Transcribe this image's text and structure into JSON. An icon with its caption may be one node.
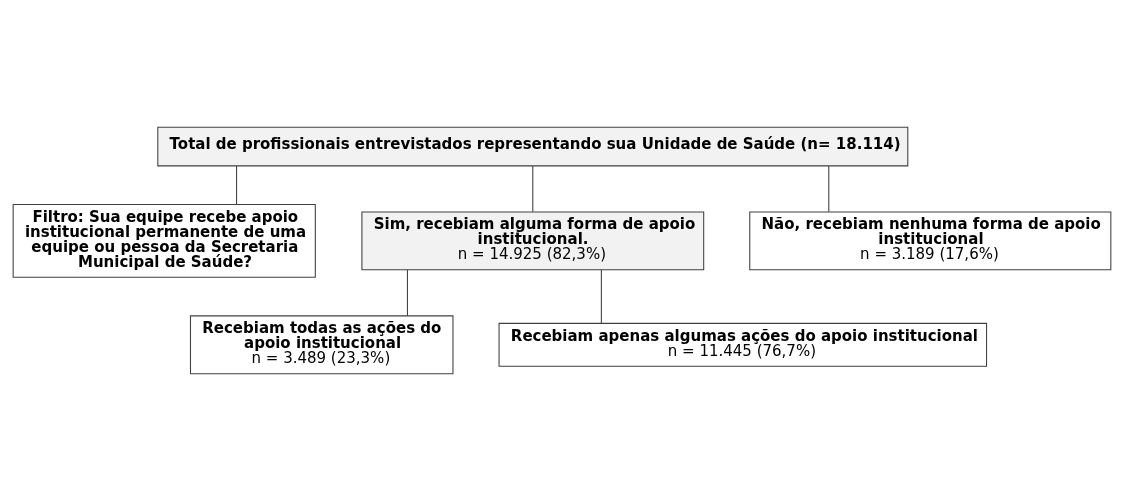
{
  "diagram": {
    "nodes": [
      {
        "text": [
          "Total de profissionais entrevistados representando sua Unidade de Saúde (n= 18.114)"
        ]
      },
      {
        "text": [
          "Filtro: Sua equipe recebe apoio institucional permanente de uma equipe ou pessoa da Secretaria Municipal de Saúde?"
        ]
      },
      {
        "text": [
          "Sim, recebiam alguma forma de apoio institucional.",
          "n = 14.925 (82,3%)"
        ]
      },
      {
        "text": [
          "Não, recebiam nenhuma forma de apoio institucional",
          "n = 3.189 (17,6%)"
        ]
      },
      {
        "text": [
          "Recebiam todas as ações do apoio institucional",
          "n = 3.489 (23,3%)"
        ]
      },
      {
        "text": [
          "Recebiam apenas algumas ações do apoio institucional",
          "n = 11.445 (76,7%)"
        ]
      }
    ],
    "edges": [
      {
        "from": 0,
        "to": 1,
        "arrow": "none"
      },
      {
        "from": 0,
        "to": 2,
        "arrow": "none"
      },
      {
        "from": 0,
        "to": 3,
        "arrow": "none"
      },
      {
        "from": 2,
        "to": 4,
        "arrow": "none"
      },
      {
        "from": 2,
        "to": 5,
        "arrow": "none"
      }
    ]
  }
}
